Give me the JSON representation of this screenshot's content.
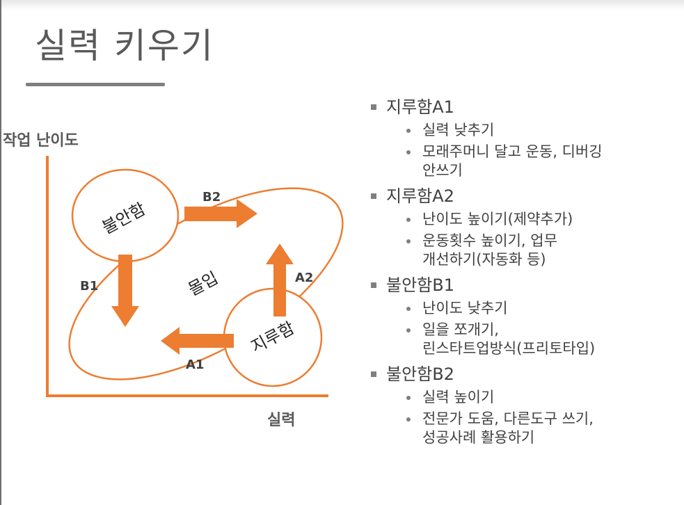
{
  "title": "실력 키우기",
  "diagram": {
    "y_axis_label": "작업 난이도",
    "x_axis_label": "실력",
    "nodes": {
      "anxiety": "불안함",
      "flow": "몰입",
      "boredom": "지루함"
    },
    "edges": {
      "b2": "B2",
      "b1": "B1",
      "a2": "A2",
      "a1": "A1"
    },
    "accent_color": "#ED7D31"
  },
  "bullets": [
    {
      "heading": "지루함A1",
      "items": [
        [
          "실력 낮추기"
        ],
        [
          "모래주머니 달고 운동, 디버깅",
          "안쓰기"
        ]
      ]
    },
    {
      "heading": "지루함A2",
      "items": [
        [
          "난이도 높이기(제약추가)"
        ],
        [
          "운동횟수 높이기, 업무",
          "개선하기(자동화 등)"
        ]
      ]
    },
    {
      "heading": "불안함B1",
      "items": [
        [
          "난이도 낮추기"
        ],
        [
          "일을 쪼개기,",
          "린스타트업방식(프리토타입)"
        ]
      ]
    },
    {
      "heading": "불안함B2",
      "items": [
        [
          "실력 높이기"
        ],
        [
          "전문가 도움, 다른도구 쓰기,",
          "성공사례 활용하기"
        ]
      ]
    }
  ]
}
